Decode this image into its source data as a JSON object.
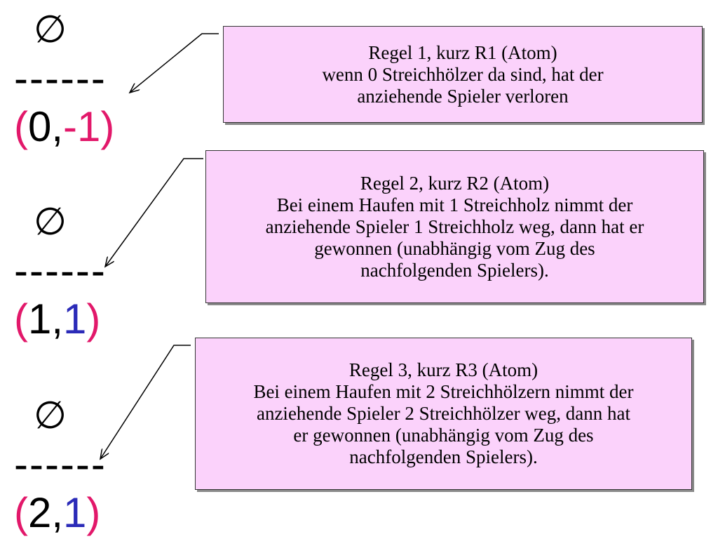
{
  "left_column": {
    "entries": [
      {
        "symbol": "∅",
        "separator": "------",
        "paren_open": "(",
        "first": "0",
        "comma": ",",
        "second": "-1",
        "paren_close": ")"
      },
      {
        "symbol": "∅",
        "separator": "------",
        "paren_open": "(",
        "first": "1",
        "comma": ",",
        "second": "1",
        "paren_close": ")"
      },
      {
        "symbol": "∅",
        "separator": "------",
        "paren_open": "(",
        "first": "2",
        "comma": ",",
        "second": "1",
        "paren_close": ")"
      }
    ]
  },
  "rules": [
    {
      "title": "Regel 1, kurz R1 (Atom)",
      "lines": [
        "wenn 0 Streichhölzer da sind, hat der",
        "anziehende Spieler verloren"
      ]
    },
    {
      "title": "Regel 2, kurz R2 (Atom)",
      "lines": [
        "Bei einem Haufen mit 1 Streichholz nimmt der",
        "anziehende Spieler 1 Streichholz weg, dann hat er",
        "gewonnen (unabhängig vom Zug des",
        "nachfolgenden Spielers)."
      ]
    },
    {
      "title": "Regel 3, kurz R3 (Atom)",
      "lines": [
        "Bei einem Haufen mit 2 Streichhölzern nimmt der",
        "anziehende Spieler 2 Streichhölzer weg, dann hat",
        "er gewonnen (unabhängig vom Zug des",
        "nachfolgenden Spielers)."
      ]
    }
  ],
  "colors": {
    "box_fill": "#fbd2fb",
    "paren": "#e2186a",
    "second_value": "#2b2bb8"
  }
}
